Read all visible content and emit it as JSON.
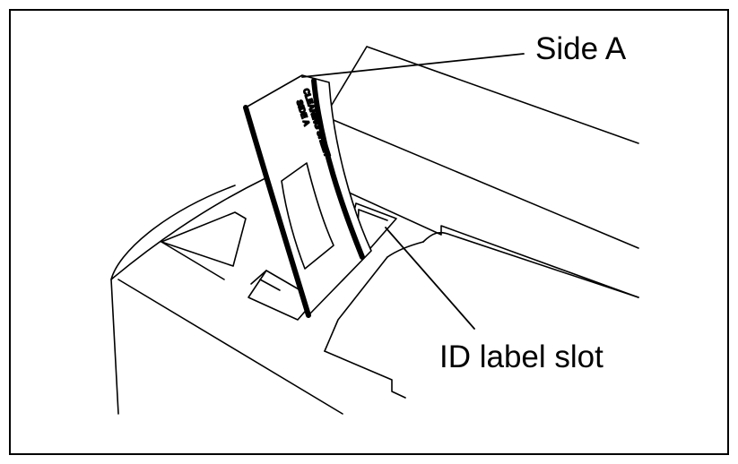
{
  "diagram": {
    "callouts": {
      "side_a": "Side A",
      "id_label_slot": "ID label slot"
    },
    "sheet_print": {
      "line1": "CLEANING SHEET",
      "line2": "SIDE A"
    }
  }
}
